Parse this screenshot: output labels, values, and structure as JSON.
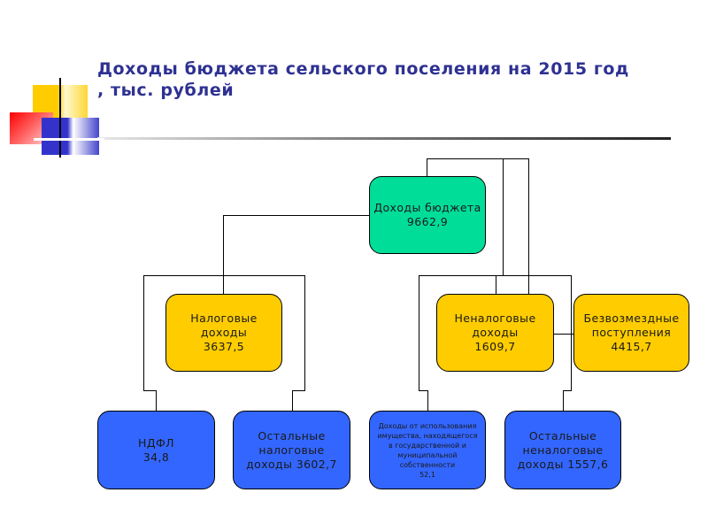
{
  "slide": {
    "title": "Доходы бюджета сельского поселения на 2015 год\n, тыс. рублей"
  },
  "diagram": {
    "root": {
      "label": "Доходы бюджета",
      "value": "9662,9"
    },
    "tax": {
      "label": "Налоговые доходы",
      "value": "3637,5"
    },
    "nontax": {
      "label": "Неналоговые\nдоходы",
      "value": "1609,7"
    },
    "gratuitous": {
      "label": "Безвозмездные\nпоступления",
      "value": "4415,7"
    },
    "ndfl": {
      "label": "НДФЛ",
      "value": "34,8"
    },
    "other_tax": {
      "label": "Остальные\nналоговые\nдоходы 3602,7"
    },
    "property": {
      "label": "Доходы от использования\nимущества, находящегося\nв государственной и\nмуниципальной\nсобственности",
      "value": "52,1"
    },
    "other_nontax": {
      "label": "Остальные\nненалоговые\nдоходы 1557,6"
    }
  },
  "colors": {
    "title": "#2e3192",
    "root": "#00dd99",
    "level1": "#ffcc00",
    "level2": "#3366ff"
  }
}
